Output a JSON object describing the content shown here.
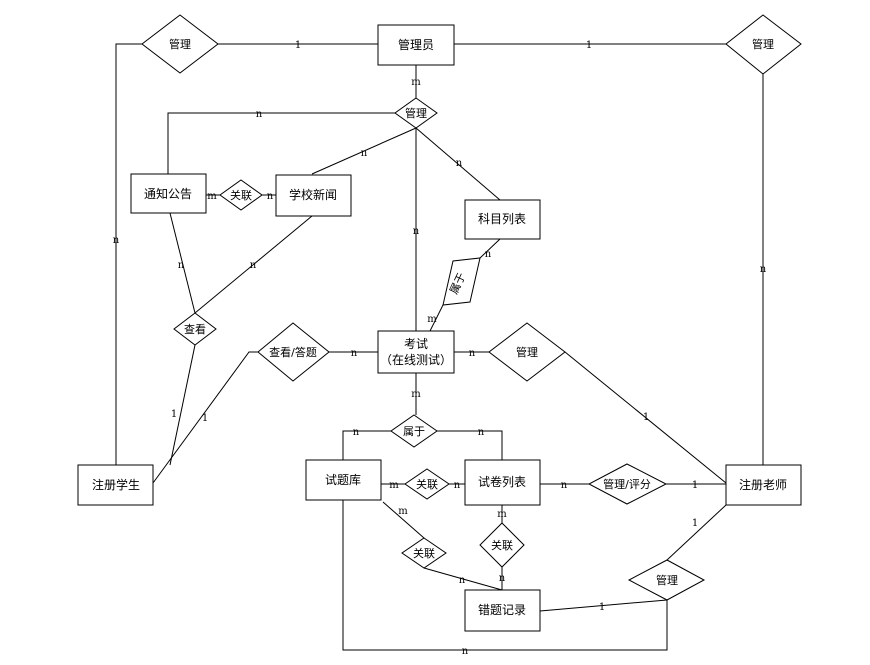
{
  "entities": {
    "admin": "管理员",
    "notice": "通知公告",
    "news": "学校新闻",
    "subjects": "科目列表",
    "exam_line1": "考试",
    "exam_line2": "（在线测试）",
    "question_bank": "试题库",
    "paper_list": "试卷列表",
    "wrong_record": "错题记录",
    "student": "注册学生",
    "teacher": "注册老师"
  },
  "relationships": {
    "manage_left": "管理",
    "manage_right": "管理",
    "manage_center": "管理",
    "link_notice_news": "关联",
    "view": "查看",
    "view_answer": "查看/答题",
    "belong_subject": "属于",
    "manage_exam": "管理",
    "belong_exam": "属于",
    "link_bank_paper": "关联",
    "manage_grade": "管理/评分",
    "link_bank_record": "关联",
    "link_paper_record": "关联",
    "manage_record": "管理"
  },
  "cardinalities": {
    "left_admin": "1",
    "right_admin": "1",
    "admin_down": "m",
    "notice_manage": "n",
    "news_manage": "n",
    "subjects_manage": "n",
    "exam_manage": "n",
    "notice_link": "m",
    "news_link": "n",
    "notice_view": "n",
    "news_view": "n",
    "student_view": "1",
    "student_answer": "1",
    "exam_answer": "n",
    "subjects_belong": "n",
    "exam_belong": "m",
    "exam_manage_right": "n",
    "teacher_manage_exam": "1",
    "student_left_manage": "n",
    "teacher_right_manage": "n",
    "exam_down": "m",
    "bank_belong": "n",
    "paper_belong": "n",
    "bank_link": "m",
    "paper_link": "n",
    "paper_grade": "n",
    "teacher_grade": "1",
    "bank_record_link": "m",
    "record_bank_link": "n",
    "paper_record_link": "m",
    "record_paper_link": "n",
    "record_manage": "1",
    "teacher_manage_record": "1",
    "bank_manage_bottom": "n"
  }
}
